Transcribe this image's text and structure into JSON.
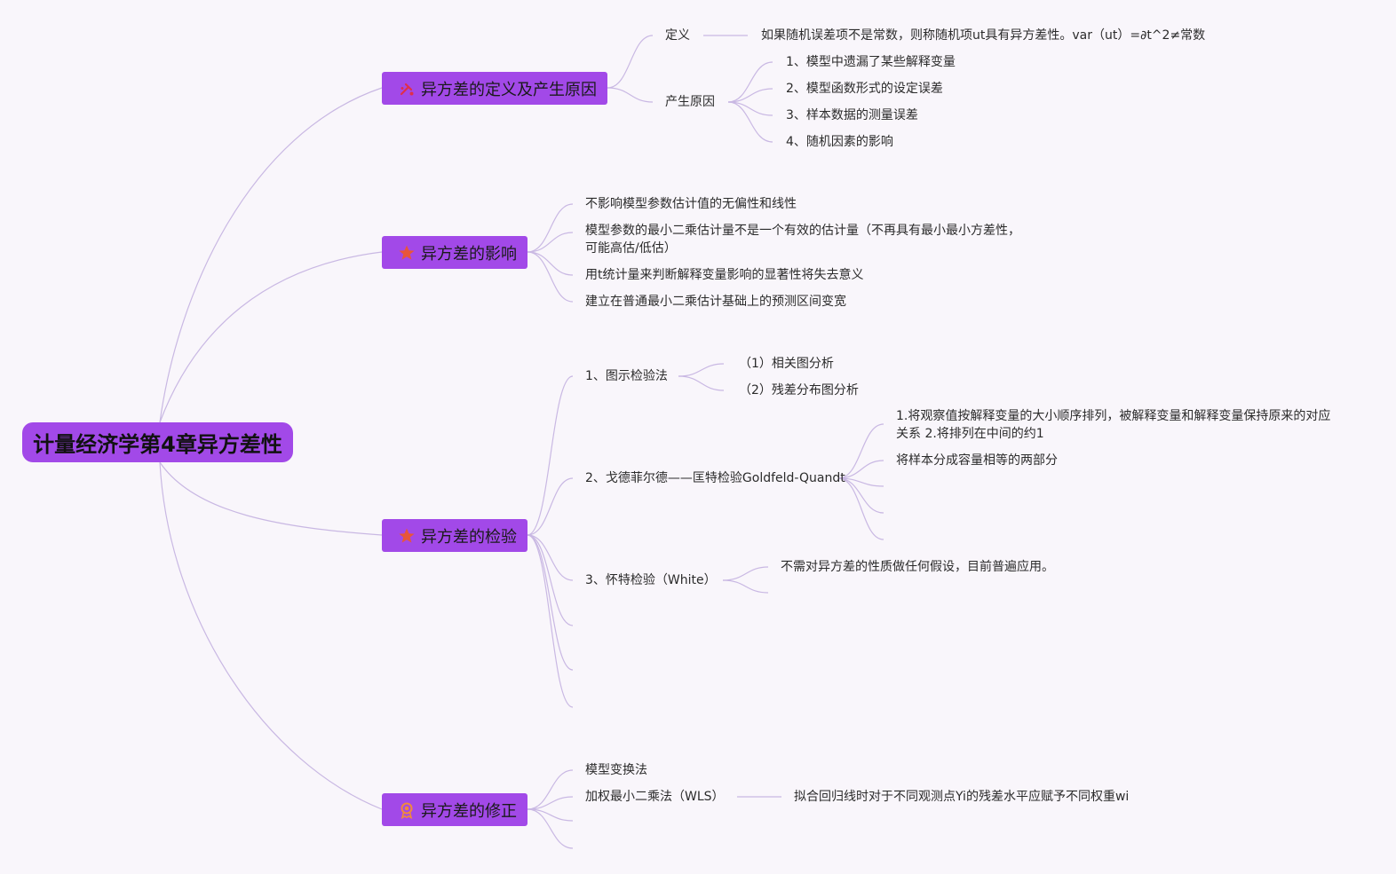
{
  "root": {
    "title": "计量经济学第4章异方差性"
  },
  "topics": {
    "t1": {
      "label": "异方差的定义及产生原因",
      "icon": "tools-icon"
    },
    "t2": {
      "label": "异方差的影响",
      "icon": "star-icon"
    },
    "t3": {
      "label": "异方差的检验",
      "icon": "star-icon"
    },
    "t4": {
      "label": "异方差的修正",
      "icon": "award-ribbon-icon"
    }
  },
  "t1": {
    "def_label": "定义",
    "def_text": "如果随机误差项不是常数，则称随机项ut具有异方差性。var（ut）=∂t^2≠常数",
    "cause_label": "产生原因",
    "causes": [
      "1、模型中遗漏了某些解释变量",
      "2、模型函数形式的设定误差",
      "3、样本数据的测量误差",
      "4、随机因素的影响"
    ]
  },
  "t2": {
    "items": [
      "不影响模型参数估计值的无偏性和线性",
      "模型参数的最小二乘估计量不是一个有效的估计量（不再具有最小最小方差性，可能高估/低估）",
      "用t统计量来判断解释变量影响的显著性将失去意义",
      "建立在普通最小二乘估计基础上的预测区间变宽"
    ]
  },
  "t3": {
    "m1": {
      "label": "1、图示检验法",
      "children": [
        "（1）相关图分析",
        "（2）残差分布图分析"
      ]
    },
    "m2": {
      "label": "2、戈德菲尔德——匡特检验Goldfeld-Quandt",
      "children": [
        "1.将观察值按解释变量的大小顺序排列，被解释变量和解释变量保持原来的对应关系 2.将排列在中间的约1",
        "将样本分成容量相等的两部分"
      ]
    },
    "m3": {
      "label": "3、怀特检验（White）",
      "children": [
        "不需对异方差的性质做任何假设，目前普遍应用。"
      ]
    }
  },
  "t4": {
    "items": [
      "模型变换法",
      "加权最小二乘法（WLS）"
    ],
    "wls_text": "拟合回归线时对于不同观测点Yi的残差水平应赋予不同权重wi"
  },
  "colors": {
    "topic_fill": "#a249e8",
    "line": "#c9b8e3",
    "background": "#f9f6fb"
  }
}
